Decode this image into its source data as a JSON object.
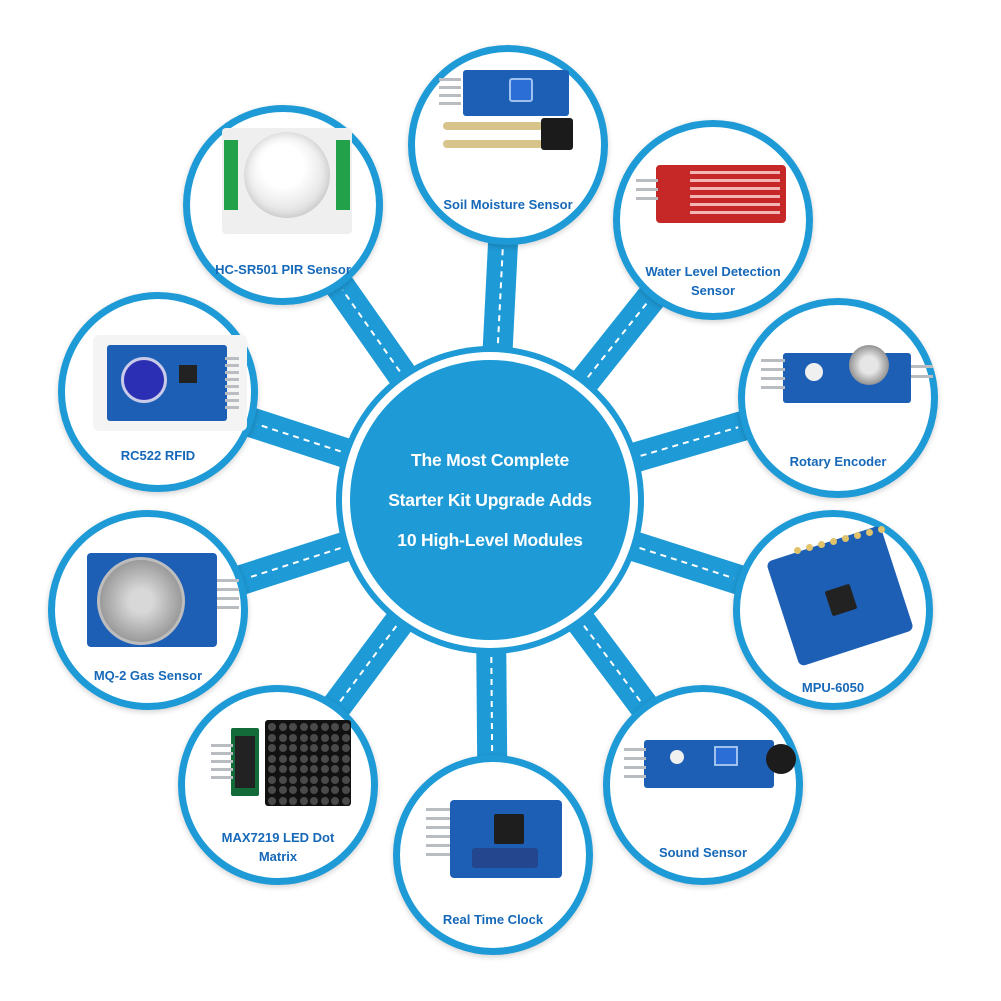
{
  "colors": {
    "accent": "#1e9ad6",
    "accent_dark": "#0f6fae",
    "label": "#1668b8",
    "board_blue": "#1e5fb6",
    "board_red": "#c62828"
  },
  "hub": {
    "lines": [
      "The Most Complete",
      "Starter Kit Upgrade Adds",
      "10 High-Level Modules"
    ]
  },
  "modules": [
    {
      "id": "soil",
      "label": "Soil Moisture Sensor",
      "icon": "soil-moisture-module-icon"
    },
    {
      "id": "water",
      "label": "Water Level Detection Sensor",
      "icon": "water-level-module-icon"
    },
    {
      "id": "rotary",
      "label": "Rotary Encoder",
      "icon": "rotary-encoder-module-icon"
    },
    {
      "id": "mpu",
      "label": "MPU-6050",
      "icon": "mpu6050-module-icon"
    },
    {
      "id": "sound",
      "label": "Sound Sensor",
      "icon": "sound-sensor-module-icon"
    },
    {
      "id": "rtc",
      "label": "Real Time Clock",
      "icon": "rtc-module-icon"
    },
    {
      "id": "max",
      "label": "MAX7219 LED Dot Matrix",
      "icon": "led-matrix-module-icon"
    },
    {
      "id": "mq2",
      "label": "MQ-2 Gas Sensor",
      "icon": "gas-sensor-module-icon"
    },
    {
      "id": "rfid",
      "label": "RC522 RFID",
      "icon": "rfid-module-icon"
    },
    {
      "id": "pir",
      "label": "HC-SR501 PIR Sensor",
      "icon": "pir-sensor-module-icon"
    }
  ]
}
